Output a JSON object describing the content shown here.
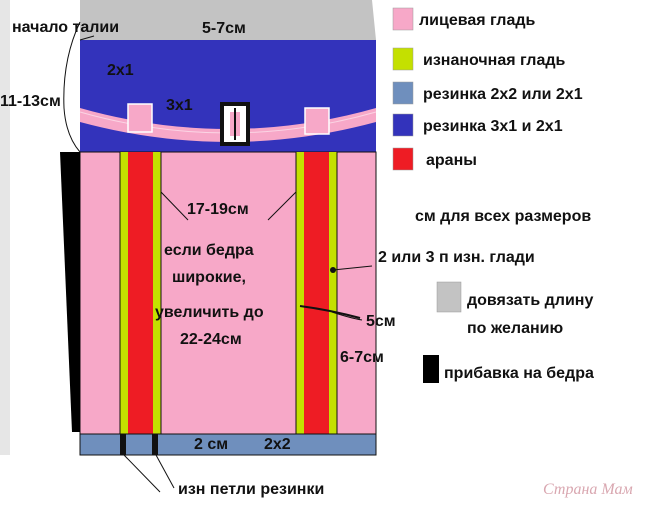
{
  "colors": {
    "stockinette": "#f7a8c8",
    "reverse_stockinette": "#c4e000",
    "rib_2x2": "#6f8fbd",
    "rib_3x1": "#3333bb",
    "arans": "#ee1c24",
    "extend_length": "#c3c3c3",
    "hip_increase": "#000000",
    "outline": "#111111"
  },
  "labels": {
    "waist_start": "начало талии",
    "top_extension": "5-7см",
    "waist_height": "11-13см",
    "rib_2x1": "2x1",
    "rib_3x1": "3x1",
    "center_width": "17-19см",
    "center_note_1": "если бедра",
    "center_note_2": "широкие,",
    "center_note_3": "увеличить до",
    "center_note_4": "22-24см",
    "all_sizes": "см для всех размеров",
    "purl_stitches": "2 или 3 п изн. глади",
    "stripe_width": "5см",
    "side_width": "6-7см",
    "bottom_height": "2 см",
    "bottom_rib": "2x2",
    "rib_purl_loops": "изн петли резинки"
  },
  "legend": [
    {
      "label": "лицевая гладь",
      "color": "#f7a8c8"
    },
    {
      "label": "изнаночная гладь",
      "color": "#c4e000"
    },
    {
      "label": "резинка 2х2 или 2х1",
      "color": "#6f8fbd"
    },
    {
      "label": "резинка 3х1 и 2х1",
      "color": "#3333bb"
    },
    {
      "label": "араны",
      "color": "#ee1c24"
    },
    {
      "label": "довязать длину\nпо желанию",
      "color": "#c3c3c3"
    },
    {
      "label": "прибавка на бедра",
      "color": "#000000"
    }
  ],
  "watermark": "Страна Мам"
}
